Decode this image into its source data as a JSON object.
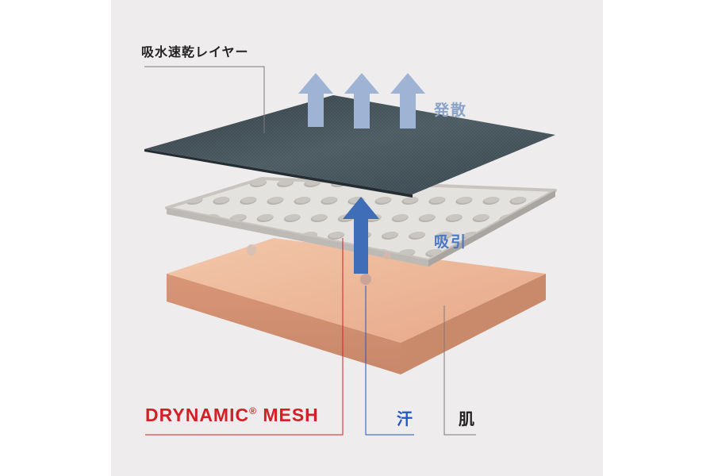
{
  "labels": {
    "top_layer": "吸水速乾レイヤー",
    "evaporation": "発散",
    "wicking": "吸引",
    "brand_name": "DRYNAMIC",
    "brand_mark": "®",
    "brand_suffix": " MESH",
    "sweat": "汗",
    "skin": "肌"
  },
  "colors": {
    "background": "#eeecec",
    "brand_red": "#d51f26",
    "sweat_blue": "#2255c8",
    "wick_arrow": "#3f6db8",
    "evap_arrow": "#9fb3d4",
    "top_layer": "#3c4a52",
    "skin_layer": "#eab395",
    "mesh_layer": "#d8d6d3"
  }
}
